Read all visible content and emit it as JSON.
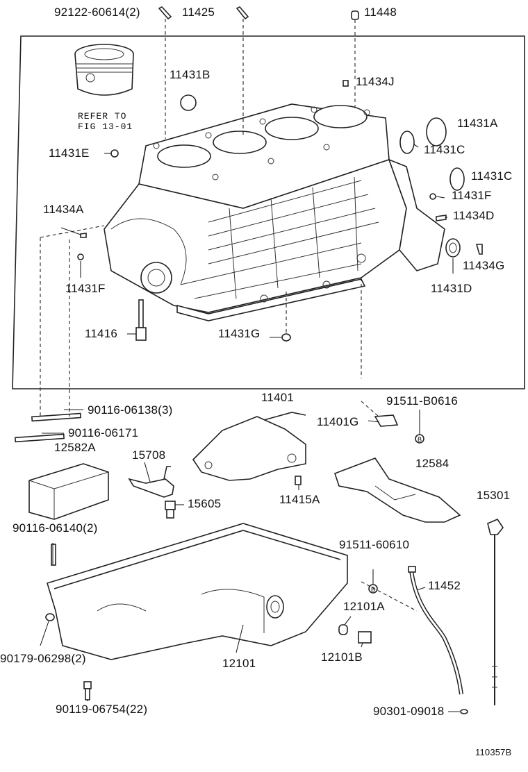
{
  "diagram_id": "110357B",
  "refer": {
    "line1": "REFER TO",
    "line2": "FIG 13-01"
  },
  "labels": {
    "p92122": "92122-60614(2)",
    "p11425": "11425",
    "p11448": "11448",
    "p11431B": "11431B",
    "p11434J": "11434J",
    "p11431A": "11431A",
    "p11431C_1": "11431C",
    "p11431C_2": "11431C",
    "p11431E": "11431E",
    "p11431F_r": "11431F",
    "p11434D": "11434D",
    "p11434A": "11434A",
    "p11434G": "11434G",
    "p11431F_l": "11431F",
    "p11431D": "11431D",
    "p11416": "11416",
    "p11431G": "11431G",
    "p11401": "11401",
    "p91511B": "91511-B0616",
    "p90116_138": "90116-06138(3)",
    "p11401G": "11401G",
    "p90116_171": "90116-06171",
    "p12582A": "12582A",
    "p15708": "15708",
    "p12584": "12584",
    "p15605": "15605",
    "p11415A": "11415A",
    "p15301": "15301",
    "p90116_140": "90116-06140(2)",
    "p91511_606": "91511-60610",
    "p11452": "11452",
    "p12101A": "12101A",
    "p90179": "90179-06298(2)",
    "p12101": "12101",
    "p12101B": "12101B",
    "p90119": "90119-06754(22)",
    "p90301": "90301-09018"
  },
  "markers": {
    "b": "B"
  }
}
